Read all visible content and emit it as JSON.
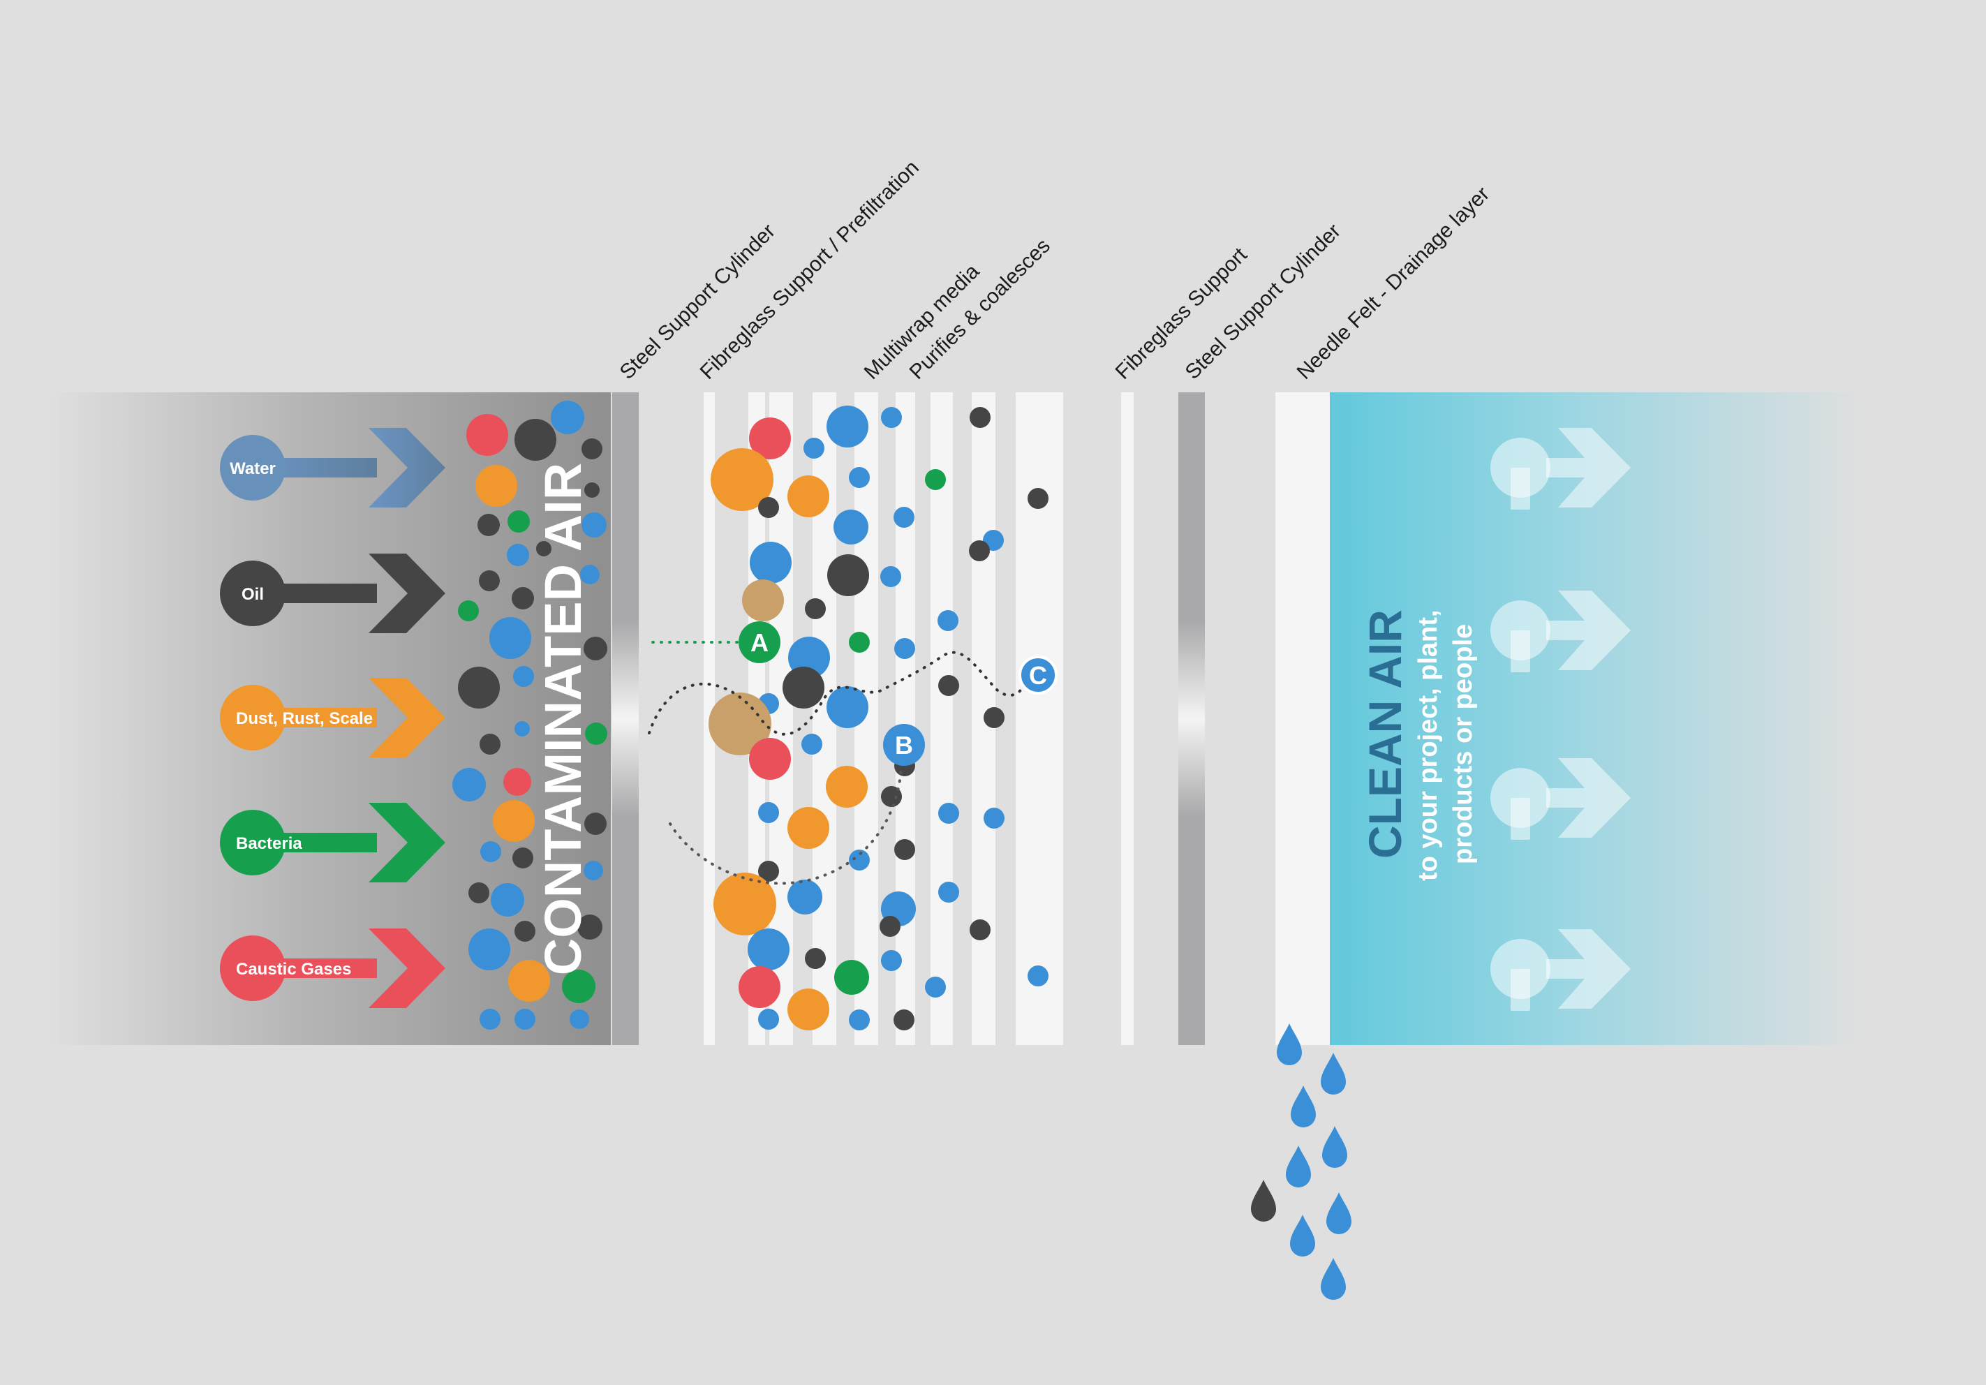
{
  "layer_labels": [
    "Steel Support Cylinder",
    "Fibreglass Support / Prefiltration",
    "Multiwrap media",
    "Purifies & coalesces",
    "Fibreglass Support",
    "Steel Support Cylinder",
    "Needle Felt - Drainage layer"
  ],
  "contaminants": [
    {
      "label": "Water",
      "color": "#6790bb"
    },
    {
      "label": "Oil",
      "color": "#454545"
    },
    {
      "label": "Dust, Rust, Scale",
      "color": "#f0982e"
    },
    {
      "label": "Bacteria",
      "color": "#16a04d"
    },
    {
      "label": "Caustic Gases",
      "color": "#e9505a"
    }
  ],
  "contaminated_title": "CONTAMINATED AIR",
  "clean_title": "CLEAN AIR",
  "clean_subtitle_1": "to your project, plant,",
  "clean_subtitle_2": "products or people",
  "markers": [
    "A",
    "B",
    "C"
  ],
  "colors": {
    "blue": "#3a8fd6",
    "dark": "#454545",
    "orange": "#f0982e",
    "green": "#16a04d",
    "red": "#e9505a",
    "tan": "#c9a06a",
    "cyan": "#6bcbdd",
    "clean_text": "#2b6e93"
  }
}
